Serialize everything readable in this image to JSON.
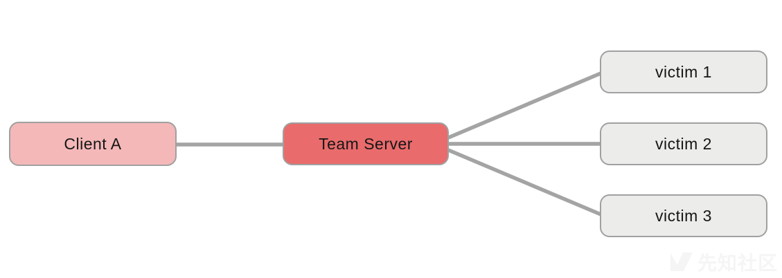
{
  "diagram": {
    "nodes": {
      "client_a": {
        "label": "Client A"
      },
      "team_server": {
        "label": "Team Server"
      },
      "victim_1": {
        "label": "victim 1"
      },
      "victim_2": {
        "label": "victim 2"
      },
      "victim_3": {
        "label": "victim 3"
      }
    },
    "edges": [
      {
        "from": "Client A",
        "to": "Team Server"
      },
      {
        "from": "Team Server",
        "to": "victim 1"
      },
      {
        "from": "Team Server",
        "to": "victim 2"
      },
      {
        "from": "Team Server",
        "to": "victim 3"
      }
    ]
  },
  "watermark": {
    "logo_icon": "xianzhi-slash-logo",
    "text": "先知社区"
  },
  "colors": {
    "background": "#ffffff",
    "client_fill": "#f4b8b8",
    "server_fill": "#e96b6c",
    "victim_fill": "#ececeb",
    "node_border": "#a0a0a0",
    "edge": "#a4a4a4",
    "label_text": "#161616",
    "watermark": "#f5f5f5"
  }
}
